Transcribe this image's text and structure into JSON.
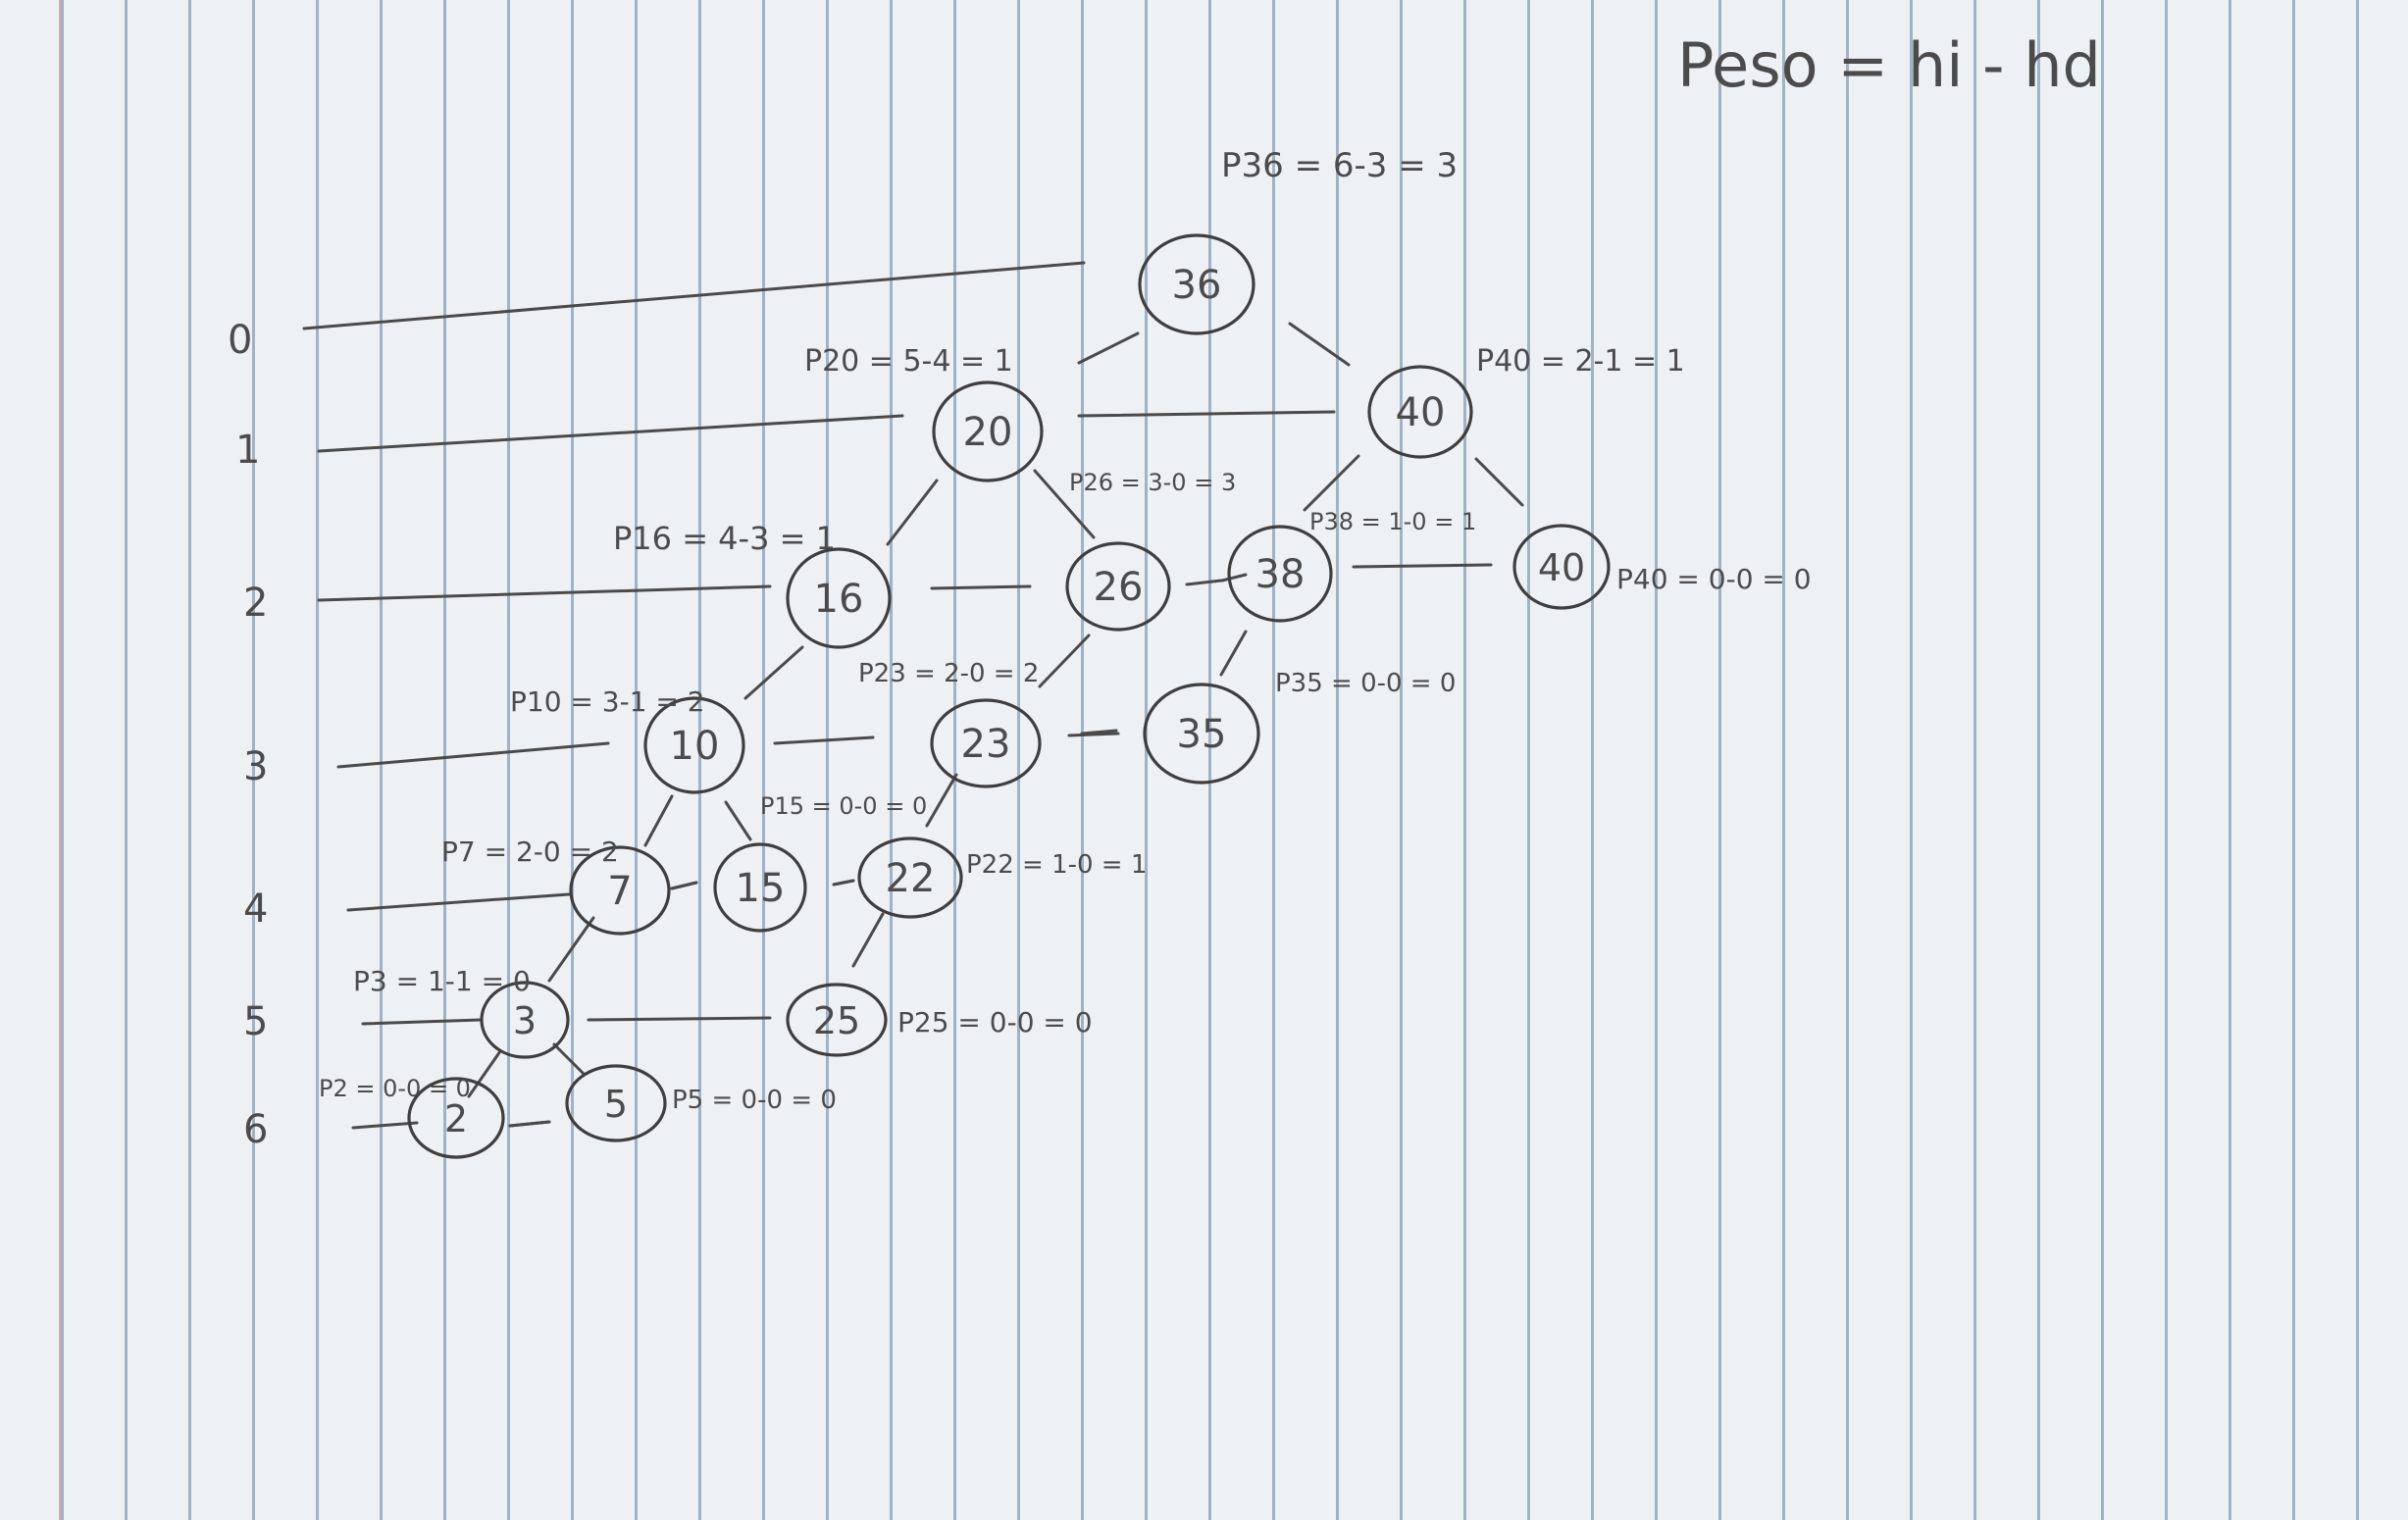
{
  "formula": {
    "text": "Peso = hi - hd"
  },
  "levels": [
    "0",
    "1",
    "2",
    "3",
    "4",
    "5",
    "6"
  ],
  "nodes": [
    "36",
    "20",
    "40",
    "16",
    "26",
    "38",
    "40",
    "10",
    "23",
    "35",
    "7",
    "15",
    "22",
    "3",
    "25",
    "2",
    "5"
  ],
  "annotations": [
    "P36 = 6-3 = 3",
    "P20 = 5-4 = 1",
    "P40 = 2-1 = 1",
    "P16 = 4-3 = 1",
    "P26 = 3-0 = 3",
    "P38 = 1-0 = 1",
    "P40 = 0-0 = 0",
    "P10 = 3-1 = 2",
    "P23 = 2-0 = 2",
    "P35 = 0-0 = 0",
    "P7 = 2-0 = 2",
    "P15 = 0-0 = 0",
    "P22 = 1-0 = 1",
    "P3 = 1-1 = 0",
    "P25 = 0-0 = 0",
    "P2 = 0-0 = 0",
    "P5 = 0-0 = 0"
  ],
  "colors": {
    "pencil": "#4a4a4a",
    "paper": "#eef1f4",
    "rule": "#9fb2c6",
    "margin": "#d9a9a9"
  }
}
